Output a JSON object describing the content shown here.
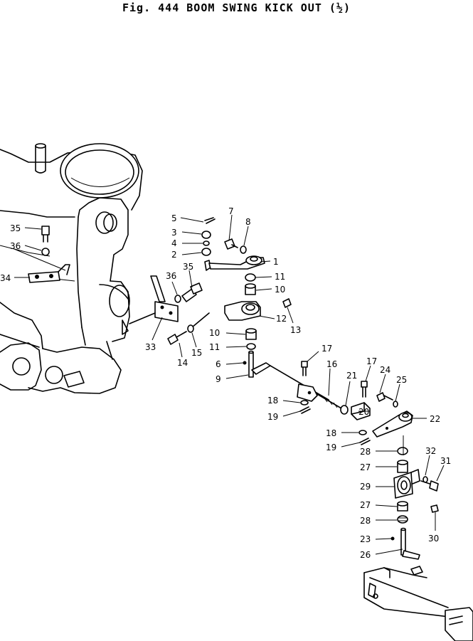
{
  "title": "Fig. 444  BOOM SWING KICK OUT (½)",
  "callouts": [
    "1",
    "2",
    "3",
    "4",
    "5",
    "6",
    "7",
    "8",
    "9",
    "10",
    "10",
    "11",
    "11",
    "12",
    "13",
    "14",
    "15",
    "16",
    "17",
    "17",
    "18",
    "18",
    "19",
    "19",
    "20",
    "21",
    "22",
    "23",
    "24",
    "25",
    "26",
    "27",
    "27",
    "28",
    "28",
    "29",
    "30",
    "31",
    "32",
    "33",
    "34",
    "35",
    "35",
    "36",
    "36"
  ]
}
